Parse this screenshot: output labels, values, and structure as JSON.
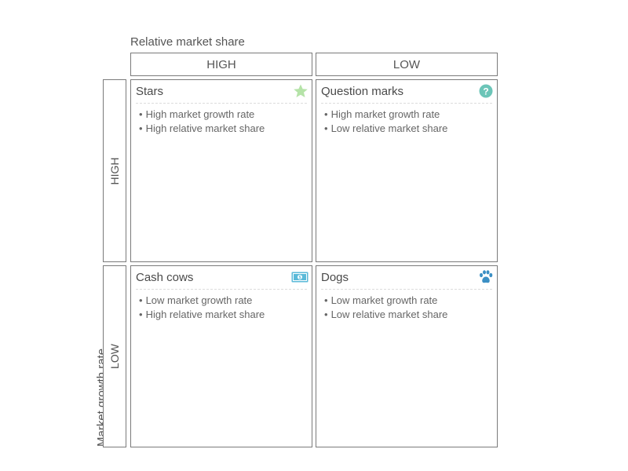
{
  "axes": {
    "x_title": "Relative market share",
    "y_title": "Market growth rate",
    "x_high": "HIGH",
    "x_low": "LOW",
    "y_high": "HIGH",
    "y_low": "LOW"
  },
  "quadrants": [
    {
      "title": "Stars",
      "icon": "star-icon",
      "color": "#b5e3a8",
      "items": [
        "High market growth rate",
        "High relative market share"
      ]
    },
    {
      "title": "Question marks",
      "icon": "question-icon",
      "color": "#6cc5b8",
      "items": [
        "High market growth rate",
        "Low relative market share"
      ]
    },
    {
      "title": "Cash cows",
      "icon": "money-icon",
      "color": "#5bbad9",
      "items": [
        "Low market growth rate",
        "High relative market share"
      ]
    },
    {
      "title": "Dogs",
      "icon": "paw-icon",
      "color": "#3b8fc4",
      "items": [
        "Low market growth rate",
        "Low relative market share"
      ]
    }
  ]
}
